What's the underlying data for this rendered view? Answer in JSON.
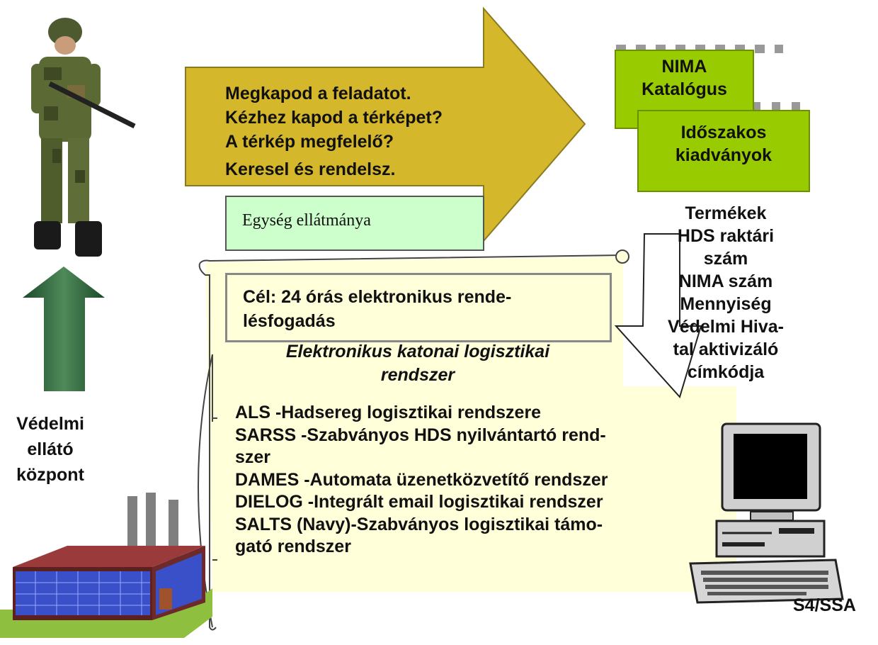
{
  "arrow": {
    "lines": [
      "Megkapod a feladatot.",
      "Kézhez kapod a térképet?",
      "A térkép megfelelő?",
      "Keresel és rendelsz."
    ]
  },
  "unit_box": {
    "label": "Egység ellátmánya"
  },
  "nima_box": {
    "line1": "NIMA",
    "line2": "Katalógus"
  },
  "idoszakos_box": {
    "line1": "Időszakos",
    "line2": "kiadványok"
  },
  "products": {
    "lines": [
      "Termékek",
      "HDS raktári",
      "szám",
      "NIMA szám",
      "Mennyiség",
      "Védelmi Hiva-",
      "tal aktivizáló",
      "címkódja"
    ]
  },
  "goal": {
    "line1": "Cél: 24 órás elektronikus rende-",
    "line2": "lésfogadás"
  },
  "scroll_title": {
    "line1": "Elektronikus katonai logisztikai",
    "line2": "rendszer"
  },
  "systems": {
    "lines": [
      "ALS -Hadsereg logisztikai rendszere",
      "SARSS -Szabványos HDS nyilvántartó rend-",
      "szer",
      "DAMES -Automata üzenetközvetítő rendszer",
      "DIELOG -Integrált email logisztikai rendszer",
      "SALTS (Navy)-Szabványos logisztikai támo-",
      "gató rendszer"
    ]
  },
  "depot": {
    "line1": "Védelmi",
    "line2": "ellátó",
    "line3": "központ"
  },
  "computer": {
    "label": "S4/SSA"
  },
  "icons": [
    "soldier-icon",
    "up-arrow-icon",
    "factory-icon",
    "computer-icon"
  ],
  "colors": {
    "arrow_fill": "#d4b72a",
    "green_box": "#99cc00",
    "scroll_fill": "#ffffd9",
    "unit_box_fill": "#ccffcc",
    "up_arrow": "#2f6b3c"
  }
}
